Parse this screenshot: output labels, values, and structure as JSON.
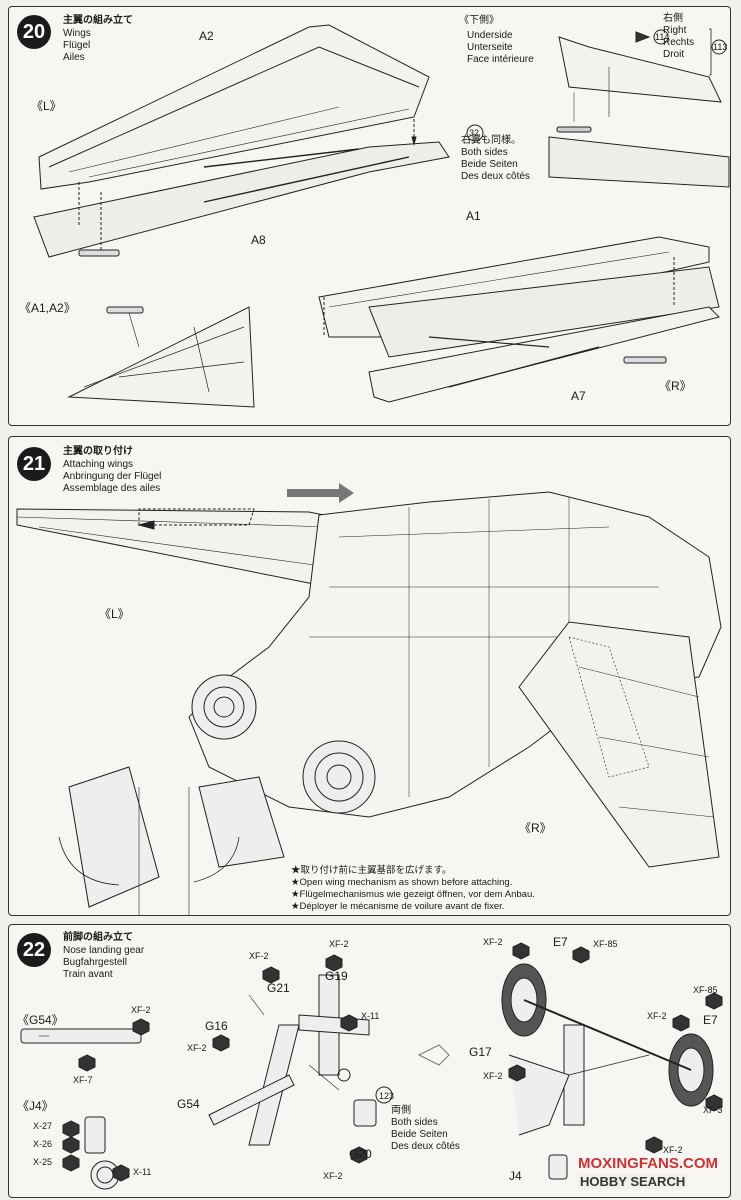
{
  "step20": {
    "number": "20",
    "title_ja": "主翼の組み立て",
    "title_en": "Wings",
    "title_de": "Flügel",
    "title_fr": "Ailes",
    "label_L": "《L》",
    "label_A2": "A2",
    "label_A8": "A8",
    "label_A1A2": "《A1,A2》",
    "label_A1": "A1",
    "label_A7": "A7",
    "label_R": "《R》",
    "underside_ja": "《下側》",
    "underside_en": "Underside",
    "underside_de": "Unterseite",
    "underside_fr": "Face intérieure",
    "part_114": "114",
    "part_113": "113",
    "right_ja": "右側",
    "right_en": "Right",
    "right_de": "Rechts",
    "right_fr": "Droit",
    "part_32": "32",
    "both_ja": "右翼も同様。",
    "both_en": "Both sides",
    "both_de": "Beide Seiten",
    "both_fr": "Des deux côtés"
  },
  "step21": {
    "number": "21",
    "title_ja": "主翼の取り付け",
    "title_en": "Attaching wings",
    "title_de": "Anbringung der Flügel",
    "title_fr": "Assemblage des ailes",
    "label_L": "《L》",
    "label_R": "《R》",
    "note_ja": "★取り付け前に主翼基部を広げます。",
    "note_en": "★Open wing mechanism as shown before attaching.",
    "note_de": "★Flügelmechanismus wie gezeigt öffnen, vor dem Anbau.",
    "note_fr": "★Déployer le mécanisme de voilure avant de fixer."
  },
  "step22": {
    "number": "22",
    "title_ja": "前脚の組み立て",
    "title_en": "Nose landing gear",
    "title_de": "Bugfahrgestell",
    "title_fr": "Train avant",
    "label_G54_sub": "《G54》",
    "label_J4_sub": "《J4》",
    "xf2": "XF-2",
    "xf7": "XF-7",
    "xf85": "XF-85",
    "xf3": "XF-3",
    "x11": "X-11",
    "x27": "X-27",
    "x26": "X-26",
    "x25": "X-25",
    "G21": "G21",
    "G19": "G19",
    "G16": "G16",
    "G54": "G54",
    "G20": "G20",
    "G17": "G17",
    "E7": "E7",
    "J4": "J4",
    "part_123": "123",
    "both_ja": "両側",
    "both_en": "Both sides",
    "both_de": "Beide Seiten",
    "both_fr": "Des deux côtés"
  },
  "watermark": {
    "line1": "MOXINGFANS.COM",
    "line2": "HOBBY SEARCH"
  }
}
